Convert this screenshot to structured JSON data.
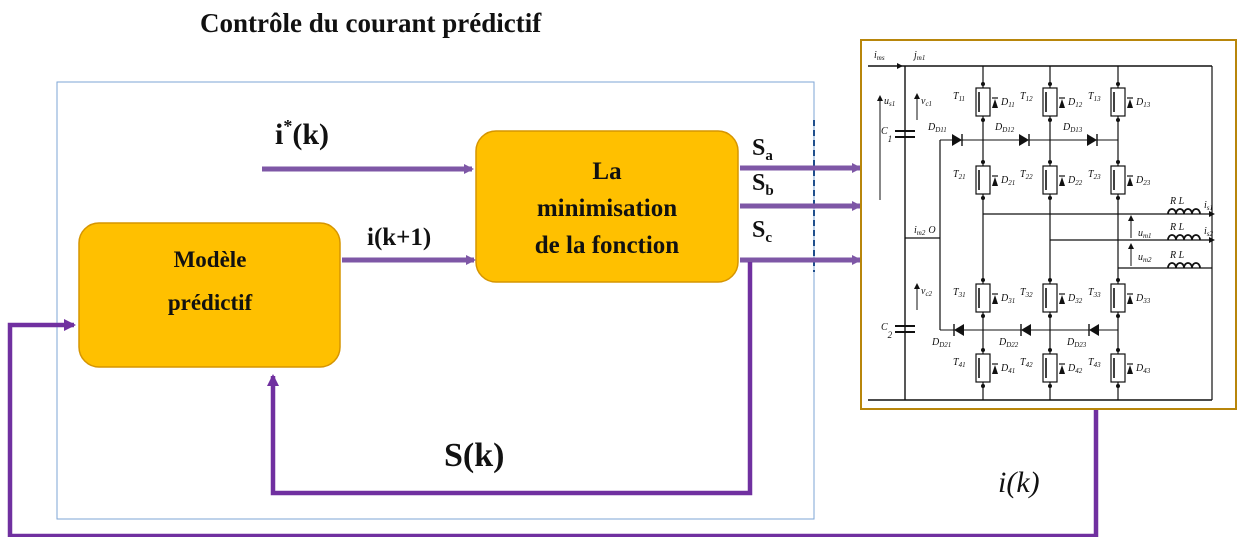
{
  "title": "Contrôle du courant prédictif",
  "colors": {
    "block_fill": "#ffc000",
    "block_stroke": "#d69500",
    "arrow": "#7e57a6",
    "feedback": "#7030a0",
    "frame": "#7ea6d6",
    "inverter_border": "#b8860b"
  },
  "blocks": {
    "model": {
      "line1": "Modèle",
      "line2": "prédictif"
    },
    "minimisation": {
      "line1": "La",
      "line2": "minimisation",
      "line3": "de la fonction"
    }
  },
  "signals": {
    "reference": {
      "main": "i",
      "sup": "*",
      "rest": "(k)"
    },
    "prediction": "i(k+1)",
    "sa": {
      "main": "S",
      "sub": "a"
    },
    "sb": {
      "main": "S",
      "sub": "b"
    },
    "sc": {
      "main": "S",
      "sub": "c"
    },
    "state": "S(k)",
    "measured": "i(k)"
  },
  "inverter": {
    "top_labels": {
      "ims": "i",
      "ims_sub": "ms",
      "im1": "j",
      "im1_sub": "m1"
    },
    "us1": "u",
    "us1_sub": "s1",
    "vc1": "v",
    "vc1_sub": "c1",
    "vc2": "v",
    "vc2_sub": "c2",
    "c1": "C",
    "c1_sub": "1",
    "c2": "C",
    "c2_sub": "2",
    "im2": "i",
    "im2_sub": "m2",
    "o_label": "O",
    "um1": "u",
    "um1_sub": "m1",
    "um2": "u",
    "um2_sub": "m2",
    "loads": [
      {
        "label": "R L",
        "current": "i",
        "current_sub": "s1"
      },
      {
        "label": "R L",
        "current": "i",
        "current_sub": "s2"
      },
      {
        "label": "R L"
      }
    ],
    "legs": [
      {
        "switches": [
          "T",
          "T",
          "T",
          "T"
        ],
        "switch_subs": [
          "11",
          "21",
          "31",
          "41"
        ],
        "diodes": [
          "D",
          "D",
          "D",
          "D"
        ],
        "diode_subs": [
          "11",
          "21",
          "31",
          "41"
        ],
        "clamp_top": "D",
        "clamp_top_sub": "D11",
        "clamp_bot": "D",
        "clamp_bot_sub": "D21"
      },
      {
        "switches": [
          "T",
          "T",
          "T",
          "T"
        ],
        "switch_subs": [
          "12",
          "22",
          "32",
          "42"
        ],
        "diodes": [
          "D",
          "D",
          "D",
          "D"
        ],
        "diode_subs": [
          "12",
          "22",
          "32",
          "42"
        ],
        "clamp_top": "D",
        "clamp_top_sub": "D12",
        "clamp_bot": "D",
        "clamp_bot_sub": "D22"
      },
      {
        "switches": [
          "T",
          "T",
          "T",
          "T"
        ],
        "switch_subs": [
          "13",
          "23",
          "33",
          "43"
        ],
        "diodes": [
          "D",
          "D",
          "D",
          "D"
        ],
        "diode_subs": [
          "13",
          "23",
          "33",
          "43"
        ],
        "clamp_top": "D",
        "clamp_top_sub": "D13",
        "clamp_bot": "D",
        "clamp_bot_sub": "D23"
      }
    ]
  }
}
